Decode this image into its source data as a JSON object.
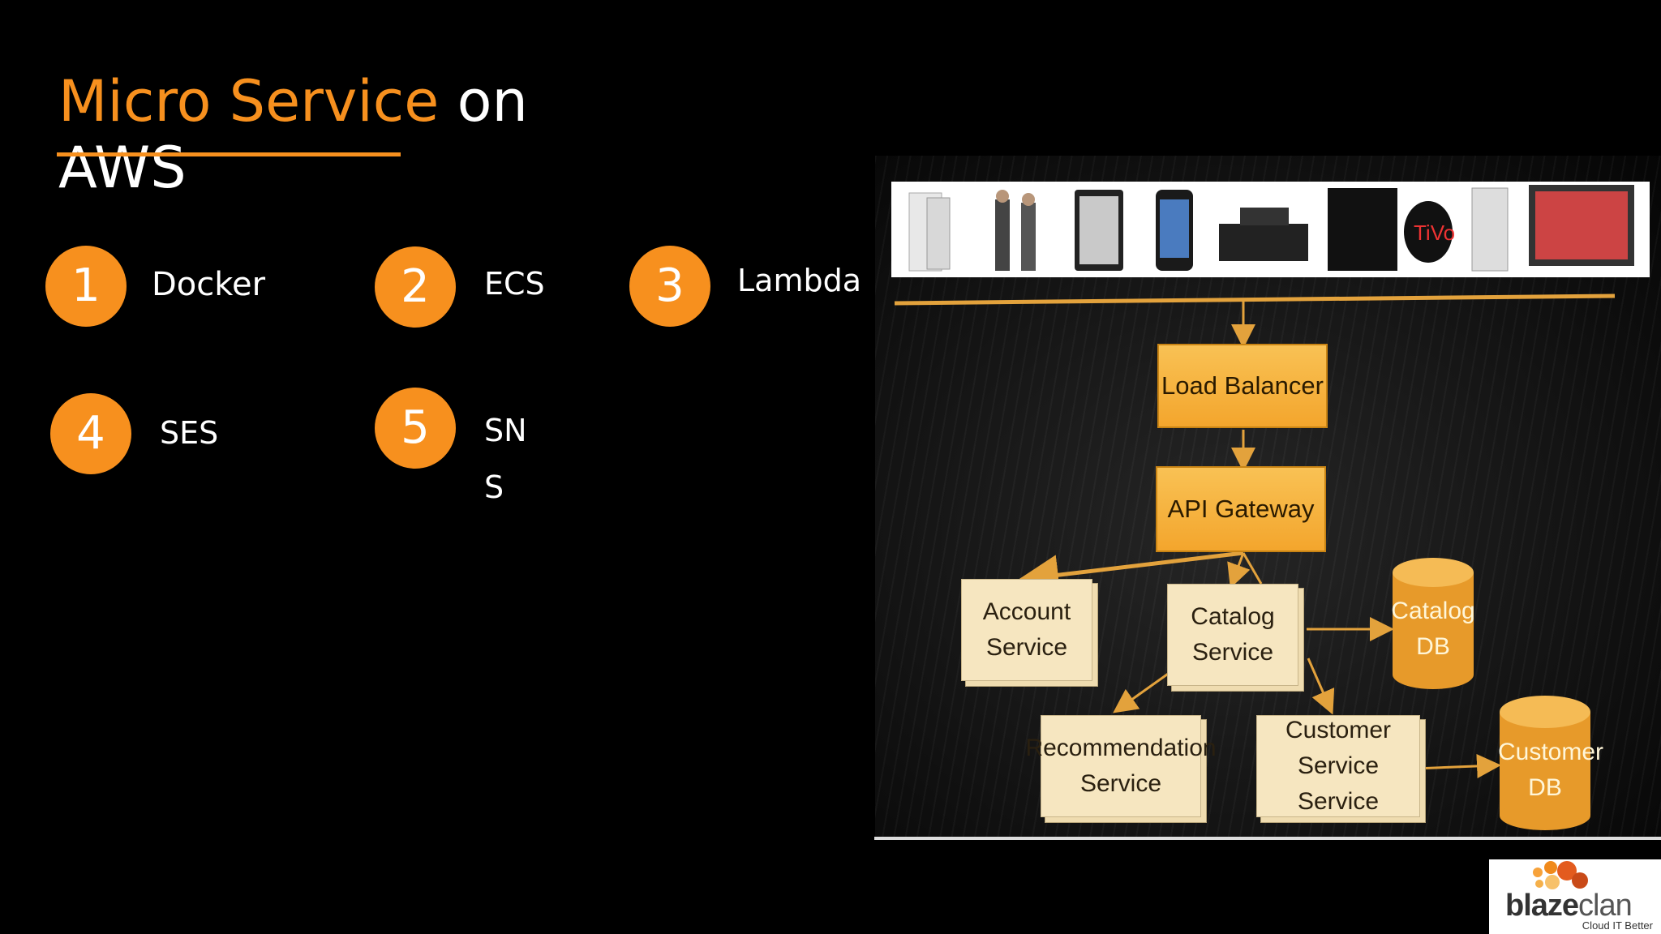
{
  "slide": {
    "title_highlight": "Micro Service",
    "title_rest": " on AWS"
  },
  "items": [
    {
      "number": "1",
      "label": "Docker"
    },
    {
      "number": "2",
      "label": "ECS"
    },
    {
      "number": "3",
      "label": "Lambda"
    },
    {
      "number": "4",
      "label": "SES"
    },
    {
      "number": "5",
      "label": "SN\nS"
    }
  ],
  "diagram": {
    "load_balancer": "Load Balancer",
    "api_gateway": "API Gateway",
    "account_service": "Account\nService",
    "catalog_service": "Catalog\nService",
    "recommendation_service": "Recommendation\nService",
    "customer_service": "Customer Service\nService",
    "catalog_db": "Catalog\nDB",
    "customer_db": "Customer\nDB",
    "tivo_label": "TiVo"
  },
  "logo": {
    "brand_bold": "blaze",
    "brand_light": "clan",
    "tagline": "Cloud IT Better"
  },
  "colors": {
    "accent": "#f7901e",
    "background": "#000000"
  }
}
